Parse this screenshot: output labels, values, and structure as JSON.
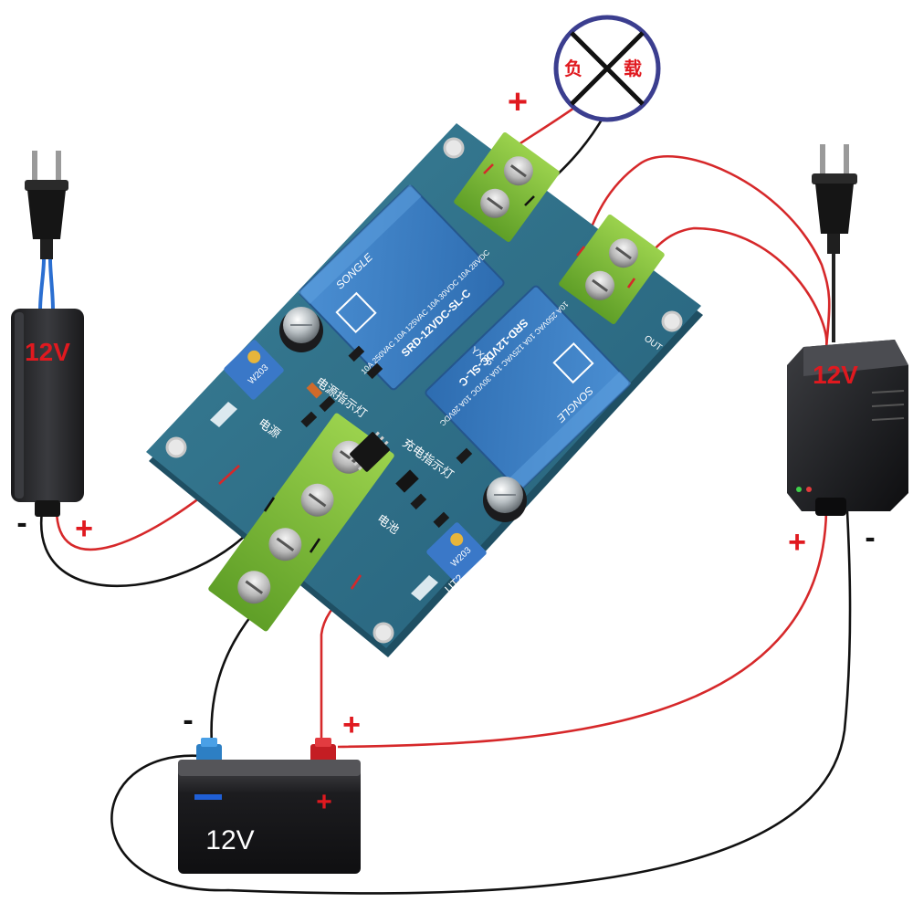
{
  "load": {
    "char_left": "负",
    "char_right": "载"
  },
  "adapter_left": {
    "label": "12V"
  },
  "adapter_right": {
    "label": "12V"
  },
  "battery": {
    "label": "12V"
  },
  "signs": {
    "plus": "+",
    "minus": "-"
  },
  "board": {
    "relay_top": {
      "brand": "SONGLE",
      "ratings": "10A 250VAC 10A 125VAC 10A 30VDC 10A 28VDC",
      "model": "SRD-12VDC-SL-C"
    },
    "relay_bottom": {
      "brand": "SONGLE",
      "ratings": "10A 250VAC 10A 125VAC 10A 30VDC 10A 28VDC",
      "model": "SRD-12VDC-SL-C"
    },
    "silk_power_led": "电源指示灯",
    "silk_charge_led": "充电指示灯",
    "silk_power": "电源",
    "silk_battery": "电池",
    "silk_out": "OUT",
    "silk_pot_a": "W203",
    "silk_pot_b": "W203",
    "silk_brand": "YX85",
    "silk_ut2": "UT2"
  },
  "colors": {
    "wire_red": "#d6282a",
    "wire_black": "#111111",
    "sign_red": "#e0191f",
    "pcb": "#2f6f86",
    "terminal_green": "#7fbe3a",
    "relay_blue": "#3b7fc4"
  }
}
